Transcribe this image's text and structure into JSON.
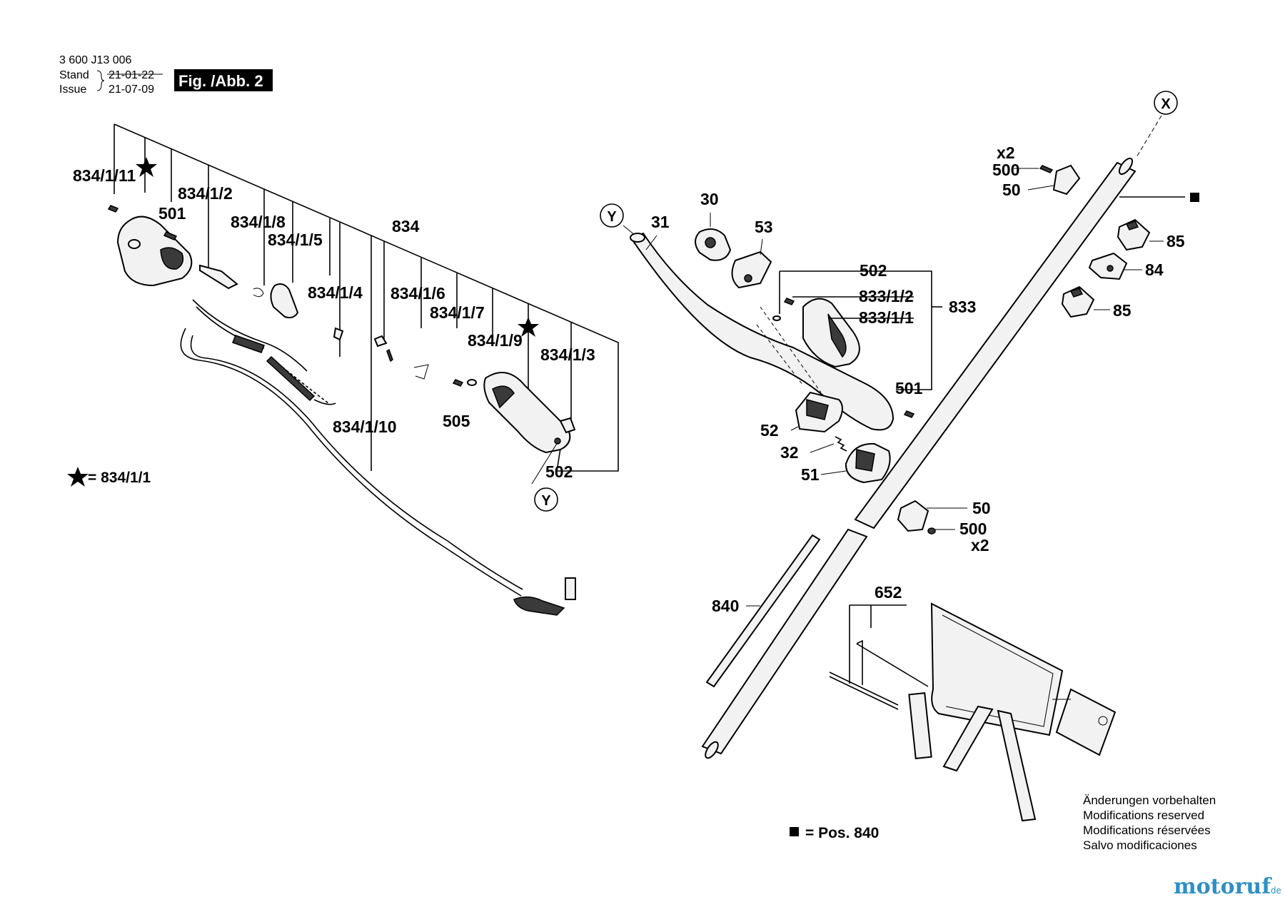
{
  "header": {
    "doc_number": "3 600 J13 006",
    "stand_label": "Stand",
    "issue_label": "Issue",
    "stand_date": "21-01-22",
    "issue_date": "21-07-09",
    "figure_label": "Fig. /Abb. 2"
  },
  "legend": {
    "star_note": "= 834/1/1",
    "square_note": "= Pos. 840"
  },
  "reference_markers": {
    "x": "X",
    "y": "Y"
  },
  "part_labels": {
    "p834_1_11": "834/1/11",
    "p834_1_2": "834/1/2",
    "p501_left": "501",
    "p834_1_8": "834/1/8",
    "p834_1_5": "834/1/5",
    "p834": "834",
    "p834_1_4": "834/1/4",
    "p834_1_6": "834/1/6",
    "p834_1_7": "834/1/7",
    "p834_1_9": "834/1/9",
    "p834_1_3": "834/1/3",
    "p505": "505",
    "p502_left": "502",
    "p834_1_10": "834/1/10",
    "p30": "30",
    "p31": "31",
    "p53": "53",
    "p502_right": "502",
    "p833_1_2": "833/1/2",
    "p833_1_1": "833/1/1",
    "p833": "833",
    "p501_right": "501",
    "p52": "52",
    "p32": "32",
    "p51": "51",
    "x2_top": "x2",
    "p500_top": "500",
    "p50_top": "50",
    "p85_a": "85",
    "p84": "84",
    "p85_b": "85",
    "p50_bottom": "50",
    "p500_bottom": "500",
    "x2_bottom": "x2",
    "p840": "840",
    "p652": "652"
  },
  "notice": {
    "line1": "Änderungen vorbehalten",
    "line2": "Modifications reserved",
    "line3": "Modifications réservées",
    "line4": "Salvo modificaciones"
  },
  "brand": {
    "name": "motoruf",
    "suffix": ".de",
    "color": "#2f8fc4"
  },
  "icons": {
    "star": "star-icon",
    "square": "square-icon"
  }
}
